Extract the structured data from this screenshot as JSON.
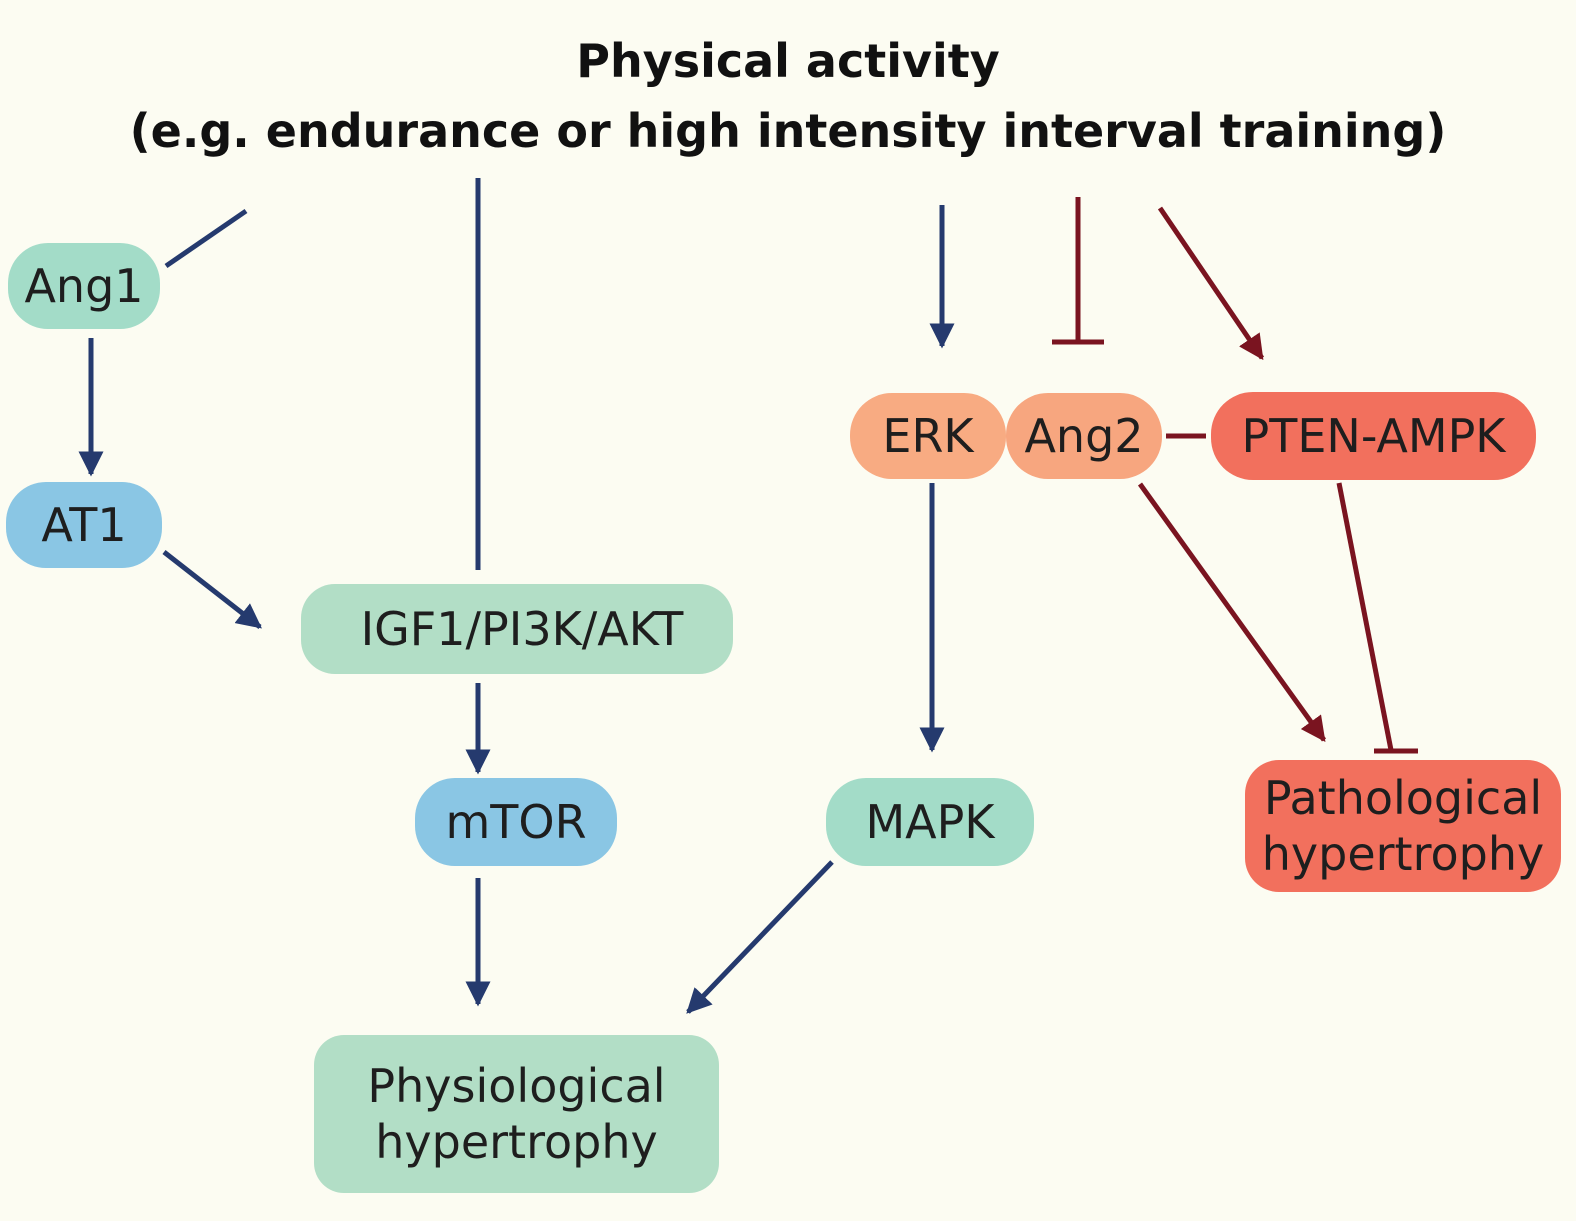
{
  "title": {
    "line1": "Physical activity",
    "line2": "(e.g. endurance or high intensity interval training)"
  },
  "nodes": {
    "ang1": "Ang1",
    "at1": "AT1",
    "igf1": "IGF1/PI3K/AKT",
    "mtor": "mTOR",
    "physiological": {
      "line1": "Physiological",
      "line2": "hypertrophy"
    },
    "erk": "ERK",
    "ang2": "Ang2",
    "pten": "PTEN-AMPK",
    "mapk": "MAPK",
    "pathological": {
      "line1": "Pathological",
      "line2": "hypertrophy"
    }
  },
  "colors": {
    "background": "#fcfcf2",
    "positive_arrow": "#253a6e",
    "negative_arrow": "#7a1420",
    "physiological_green": "#b2dec6",
    "signal_blue": "#8ac6e4",
    "erk_orange": "#f8ab82",
    "pathological_red": "#f2705d"
  },
  "legend_semantics": {
    "blue_arrow": "activation",
    "dark_red_arrow": "activation toward pathology",
    "flat_head": "inhibition"
  }
}
